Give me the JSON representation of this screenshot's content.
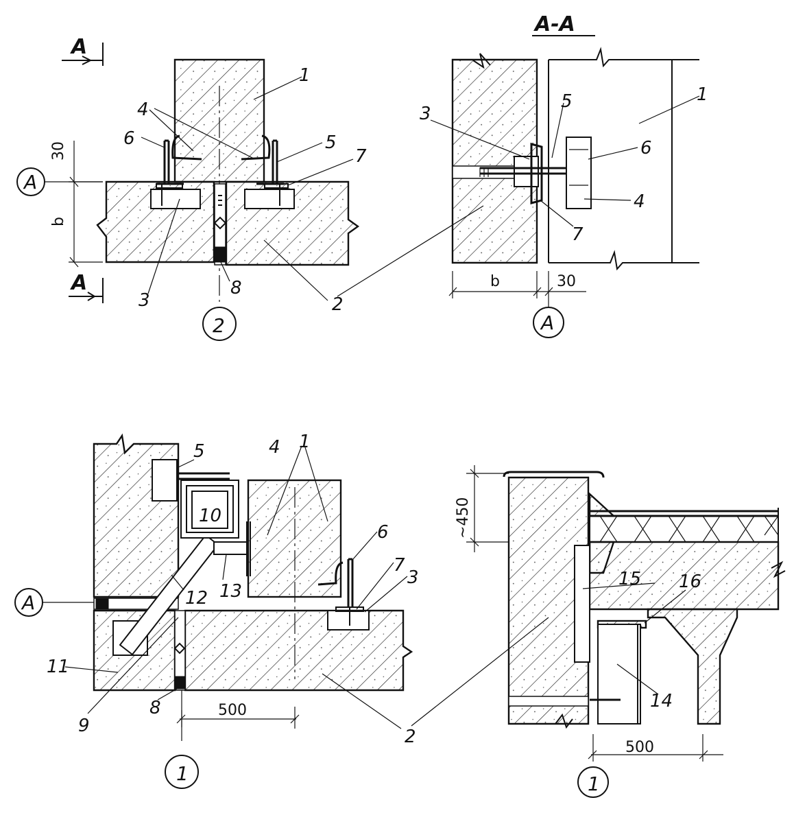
{
  "section_title": "A-A",
  "section_marks": {
    "top": "A",
    "bottom": "A"
  },
  "axis_labels": {
    "A": "A",
    "one": "1",
    "two": "2"
  },
  "dimensions": {
    "d30": "30",
    "db": "b",
    "d500": "500",
    "d450": "~450"
  },
  "callouts": {
    "n1": "1",
    "n2": "2",
    "n3": "3",
    "n4": "4",
    "n5": "5",
    "n6": "6",
    "n7": "7",
    "n8": "8",
    "n9": "9",
    "n10": "10",
    "n11": "11",
    "n12": "12",
    "n13": "13",
    "n14": "14",
    "n15": "15",
    "n16": "16"
  }
}
